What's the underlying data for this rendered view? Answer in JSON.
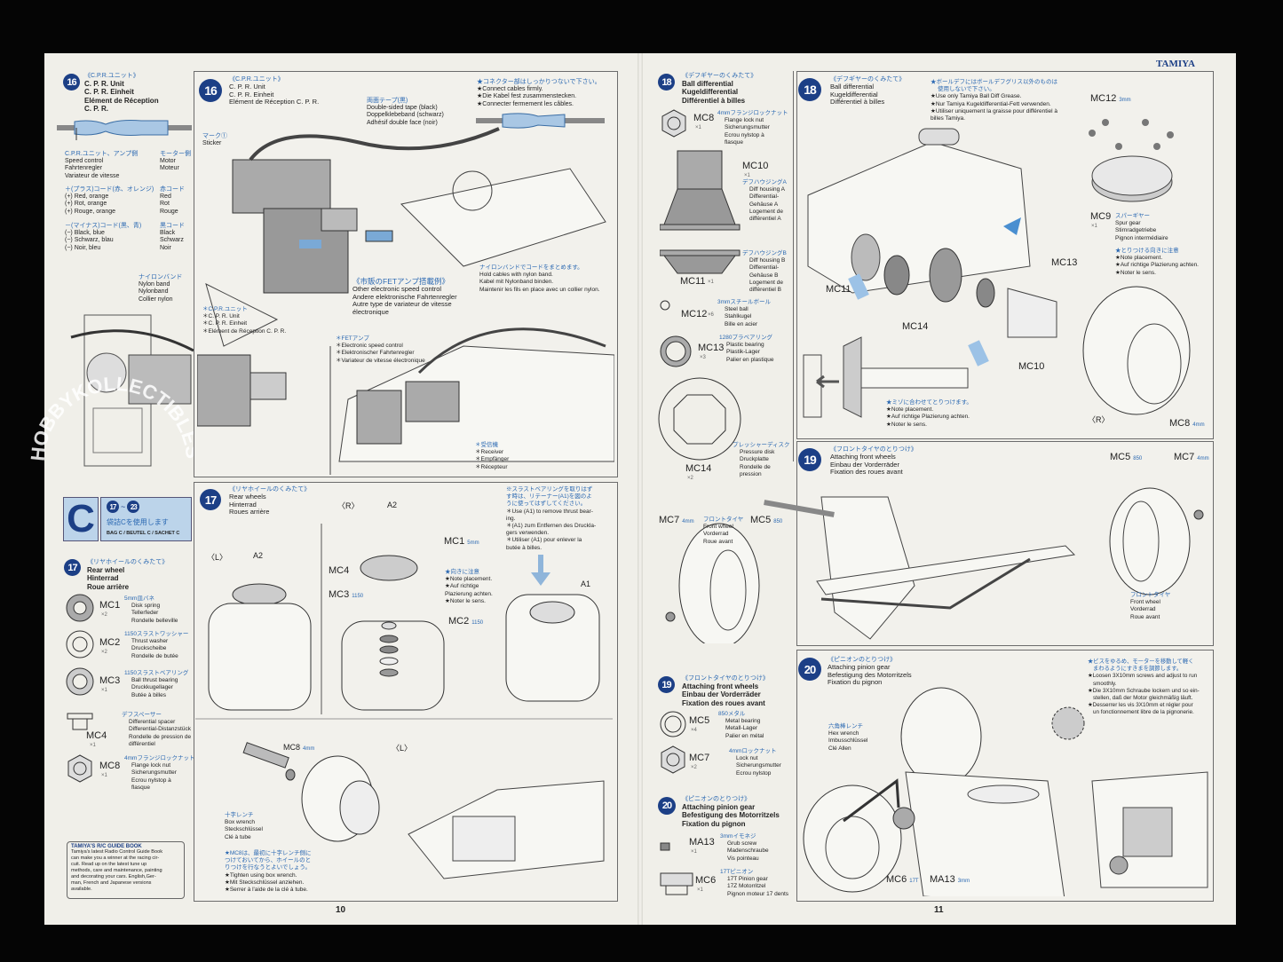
{
  "brand": "TAMIYA",
  "page_numbers": {
    "left": "10",
    "right": "11"
  },
  "watermark": "HOBBYKOLLECTIBLES",
  "left_sidebar": {
    "step16": {
      "num": "16",
      "jp": "《C.P.R.ユニット》",
      "lines": [
        "C. P. R. Unit",
        "C. P. R. Einheit",
        "Elément de Réception",
        "C. P. R."
      ]
    },
    "amp_side": {
      "jp": "C.P.R.ユニット、アンプ側",
      "lines": [
        "Speed control",
        "Fahrtenregler",
        "Variateur de vitesse"
      ]
    },
    "motor_side": {
      "jp": "モーター側",
      "lines": [
        "Motor",
        "Moteur"
      ]
    },
    "plus": {
      "jp": "＋(プラス)コード(赤、オレンジ)",
      "jp_right": "赤コード",
      "left": [
        "(+) Red, orange",
        "(+) Rot, orange",
        "(+) Rouge, orange"
      ],
      "right": [
        "Red",
        "Rot",
        "Rouge"
      ]
    },
    "minus": {
      "jp": "－(マイナス)コード(黒、青)",
      "jp_right": "黒コード",
      "left": [
        "(−) Black, blue",
        "(−) Schwarz, blau",
        "(−) Noir, bleu"
      ],
      "right": [
        "Black",
        "Schwarz",
        "Noir"
      ]
    },
    "nylon": {
      "jp": "ナイロンバンド",
      "lines": [
        "Nylon band",
        "Nylonband",
        "Collier nylon"
      ]
    },
    "bag": {
      "letter": "C",
      "from": "17",
      "sep": "~",
      "to": "23",
      "jp": "袋詰Cを使用します",
      "en": "BAG C / BEUTEL C / SACHET C"
    },
    "step17": {
      "num": "17",
      "jp": "《リヤホイールのくみたて》",
      "lines": [
        "Rear wheel",
        "Hinterrad",
        "Roue arrière"
      ]
    },
    "parts": [
      {
        "code": "MC1",
        "qty": "×2",
        "jp": "5mm皿バネ",
        "lines": [
          "Disk spring",
          "Tellerfeder",
          "Rondelle belleville"
        ]
      },
      {
        "code": "MC2",
        "qty": "×2",
        "jp": "1150スラストワッシャー",
        "lines": [
          "Thrust washer",
          "Druckscheibe",
          "Rondelle de butée"
        ]
      },
      {
        "code": "MC3",
        "qty": "×1",
        "jp": "1150スラストベアリング",
        "lines": [
          "Ball thrust bearing",
          "Druckkugellager",
          "Butée à billes"
        ]
      },
      {
        "code": "MC4",
        "qty": "×1",
        "jp": "デフスペーサー",
        "lines": [
          "Differential spacer",
          "Differential-Distanzstück",
          "Rondelle de pression de",
          "différentiel"
        ]
      },
      {
        "code": "MC8",
        "qty": "×1",
        "jp": "4mmフランジロックナット",
        "lines": [
          "Flange lock nut",
          "Sicherungsmutter",
          "Ecrou nylstop à",
          "flasque"
        ]
      }
    ],
    "guide": {
      "title": "TAMIYA'S R/C GUIDE BOOK",
      "lines": [
        "Tamiya's latest Radio Control Guide Book",
        "can make you a winner at the racing cir-",
        "cuit. Read up on the latest tune up",
        "methods, care and maintenance, painting",
        "and decorating your cars. English,Ger-",
        "man, French and Japanese versions",
        "available."
      ]
    }
  },
  "panel16": {
    "num": "16",
    "jp": "《C.P.R.ユニット》",
    "lines": [
      "C. P. R. Unit",
      "C. P. R. Einheit",
      "Elément de Réception C. P. R."
    ],
    "tape": {
      "jp": "両面テープ(黒)",
      "lines": [
        "Double-sided tape (black)",
        "Doppelklebeband (schwarz)",
        "Adhésif double face (noir)"
      ]
    },
    "connect": {
      "jp": "★コネクター部はしっかりつないで下さい。",
      "lines": [
        "★Connect cables firmly.",
        "★Die Kabel fest zusammenstecken.",
        "★Connecter fermement les câbles."
      ]
    },
    "sticker": {
      "jp": "マーク①",
      "en": "Sticker"
    },
    "other_esc": {
      "jp": "《市販のFETアンプ搭載例》",
      "lines": [
        "Other electronic speed control",
        "Andere elektronische Fahrtenregler",
        "Autre type de variateur de vitesse",
        "électronique"
      ]
    },
    "nylon": {
      "jp": "ナイロンバンドでコードをまとめます。",
      "lines": [
        "Hold cables with nylon band.",
        "Kabel mit Nylonband binden.",
        "Maintenir les fils en place avec un collier nylon."
      ]
    },
    "cpr": {
      "jp": "＊C.P.R.ユニット",
      "lines": [
        "＊C. P. R. Unit",
        "＊C. P. R. Einheit",
        "＊Elément de Réception C. P. R."
      ]
    },
    "fet": {
      "jp": "＊FETアンプ",
      "lines": [
        "＊Electronic speed control",
        "＊Elektronischer Fahrtenregler",
        "＊Variateur de vitesse électronique"
      ]
    },
    "receiver": {
      "jp": "＊受信機",
      "lines": [
        "＊Receiver",
        "＊Empfänger",
        "＊Récepteur"
      ]
    }
  },
  "panel17": {
    "num": "17",
    "jp": "《リヤホイールのくみたて》",
    "lines": [
      "Rear wheels",
      "Hinterrad",
      "Roues arrière"
    ],
    "left_tag": "〈L〉",
    "right_tag": "〈R〉",
    "a2": "A2",
    "a1": "A1",
    "mc1": "MC1",
    "mc1_size": "5mm",
    "mc4": "MC4",
    "mc3": "MC3",
    "mc3_size": "1150",
    "mc2": "MC2",
    "mc2_size": "1150",
    "placement": {
      "jp": "★向きに注意",
      "lines": [
        "★Note placement.",
        "★Auf richtige",
        "Plazierung achten.",
        "★Noter le sens."
      ]
    },
    "thrust": {
      "jp": [
        "※スラストベアリングを取りはず",
        "す時は、リテーナー(A1)を図のよ",
        "うに使ってはずしてください。"
      ],
      "lines": [
        "＊Use (A1) to remove thrust bear-",
        "ing.",
        "＊(A1) zum Entfernen des Druckla-",
        "gers verwenden.",
        "＊Utiliser (A1) pour enlever la",
        "butée à billes."
      ]
    },
    "mc8": "MC8",
    "mc8_size": "4mm",
    "l_tag2": "〈L〉",
    "wrench": {
      "jp": "十字レンチ",
      "lines": [
        "Box wrench",
        "Steckschlüssel",
        "Clé à tube"
      ]
    },
    "tighten": {
      "jp": [
        "★MC8は、最初に十字レンチ側に",
        "つけておいてから、ホイールのと",
        "りつけを行なうとよいでしょう。"
      ],
      "lines": [
        "★Tighten using box wrench.",
        "★Mit Steckschlüssel anziehen.",
        "★Serrer à l'aide de la clé à tube."
      ]
    }
  },
  "right_sidebar": {
    "step18": {
      "num": "18",
      "jp": "《デフギヤーのくみたて》",
      "lines": [
        "Ball differential",
        "Kugeldifferential",
        "Différentiel à billes"
      ]
    },
    "parts18": [
      {
        "code": "MC8",
        "qty": "×1",
        "jp": "4mmフランジロックナット",
        "lines": [
          "Flange lock nut",
          "Sicherungsmutter",
          "Ecrou nylstop à",
          "flasque"
        ]
      },
      {
        "code": "MC10",
        "qty": "×1",
        "jp": "デフハウジングA",
        "lines": [
          "Diff housing A",
          "Differential-",
          "Gehäuse A",
          "Logement de",
          "différentiel A"
        ]
      },
      {
        "code": "MC11",
        "qty": "×1",
        "jp": "デフハウジングB",
        "lines": [
          "Diff housing B",
          "Differential-",
          "Gehäuse B",
          "Logement de",
          "différentiel B"
        ]
      },
      {
        "code": "MC12",
        "qty": "×6",
        "jp": "3mmスチールボール",
        "lines": [
          "Steel ball",
          "Stahlkugel",
          "Bille en acier"
        ]
      },
      {
        "code": "MC13",
        "qty": "×3",
        "jp": "1280プラベアリング",
        "lines": [
          "Plastic bearing",
          "Plastik-Lager",
          "Palier en plastique"
        ]
      },
      {
        "code": "MC14",
        "qty": "×2",
        "jp": "プレッシャーディスク",
        "lines": [
          "Pressure disk",
          "Druckplatte",
          "Rondelle de",
          "pression"
        ]
      }
    ],
    "step19": {
      "num": "19",
      "jp": "《フロントタイヤのとりつけ》",
      "lines": [
        "Attaching front wheels",
        "Einbau der Vorderräder",
        "Fixation des roues avant"
      ]
    },
    "parts19": [
      {
        "code": "MC5",
        "qty": "×4",
        "jp": "850メタル",
        "lines": [
          "Metal bearing",
          "Metall-Lager",
          "Palier en métal"
        ]
      },
      {
        "code": "MC7",
        "qty": "×2",
        "jp": "4mmロックナット",
        "lines": [
          "Lock nut",
          "Sicherungsmutter",
          "Ecrou nylstop"
        ]
      }
    ],
    "step20": {
      "num": "20",
      "jp": "《ピニオンのとりつけ》",
      "lines": [
        "Attaching pinion gear",
        "Befestigung des Motorritzels",
        "Fixation du pignon"
      ]
    },
    "parts20": [
      {
        "code": "MA13",
        "qty": "×1",
        "jp": "3mmイモネジ",
        "lines": [
          "Grub screw",
          "Madenschraube",
          "Vis pointeau"
        ]
      },
      {
        "code": "MC6",
        "qty": "×1",
        "jp": "17Tピニオン",
        "lines": [
          "17T Pinion gear",
          "17Z Motorritzel",
          "Pignon moteur 17 dents"
        ]
      }
    ]
  },
  "panel18": {
    "num": "18",
    "jp": "《デフギヤーのくみたて》",
    "lines": [
      "Ball differential",
      "Kugeldifferential",
      "Différentiel à billes"
    ],
    "grease": {
      "jp": [
        "★ボールデフにはボールデフグリス以外のものは",
        "使用しないで下さい。"
      ],
      "lines": [
        "★Use only Tamiya Ball Diff Grease.",
        "★Nur Tamiya Kugeldifferential-Fett verwenden.",
        "★Utiliser uniquement la graisse pour différentiel à",
        "billes Tamiya."
      ]
    },
    "mc12": "MC12",
    "mc12_size": "3mm",
    "mc9": {
      "code": "MC9",
      "qty": "×1",
      "jp": "スパーギヤー",
      "lines": [
        "Spur gear",
        "Stirnradgetriebe",
        "Pignon intermédiaire"
      ]
    },
    "placement": {
      "jp": "★とりつける向きに注意",
      "lines": [
        "★Note placement.",
        "★Auf richtige Plazierung achten.",
        "★Noter le sens."
      ]
    },
    "mc13": "MC13",
    "mc11": "MC11",
    "mc14": "MC14",
    "mc10": "MC10",
    "groove": {
      "jp": "★ミゾに合わせてとりつけます。",
      "lines": [
        "★Note placement.",
        "★Auf richtige Plazierung achten.",
        "★Noter le sens."
      ]
    },
    "r_tag": "〈R〉",
    "mc8": "MC8",
    "mc8_size": "4mm"
  },
  "panel19": {
    "num": "19",
    "jp": "《フロントタイヤのとりつけ》",
    "lines": [
      "Attaching front wheels",
      "Einbau der Vorderräder",
      "Fixation des roues avant"
    ],
    "mc5": "MC5",
    "mc5_size": "850",
    "mc7": "MC7",
    "mc7_size": "4mm",
    "front_wheel": {
      "jp": "フロントタイヤ",
      "lines": [
        "Front wheel",
        "Vorderrad",
        "Roue avant"
      ]
    }
  },
  "panel20": {
    "num": "20",
    "jp": "《ピニオンのとりつけ》",
    "lines": [
      "Attaching pinion gear",
      "Befestigung des Motorritzels",
      "Fixation du pignon"
    ],
    "hex": {
      "jp": "六角棒レンチ",
      "lines": [
        "Hex wrench",
        "Imbusschlüssel",
        "Clé Allen"
      ]
    },
    "mc6": "MC6",
    "mc6_size": "17T",
    "ma13": "MA13",
    "ma13_size": "3mm",
    "loosen": {
      "jp": [
        "★ビスをゆるめ、モーターを移動して軽く",
        "まわるようにすきまを調節します。"
      ],
      "lines": [
        "★Loosen 3X10mm screws and adjust to run",
        "smoothly.",
        "★Die 3X10mm Schraube lockern und so ein-",
        "stellen, daß der Motor gleichmäßig läuft.",
        "★Desserrer les vis 3X10mm et régler pour",
        "un fonctionnement libre de la pignonerie."
      ]
    }
  },
  "colors": {
    "accent": "#2a68b2",
    "badge": "#1c3f86",
    "paper": "#f0efe9"
  }
}
